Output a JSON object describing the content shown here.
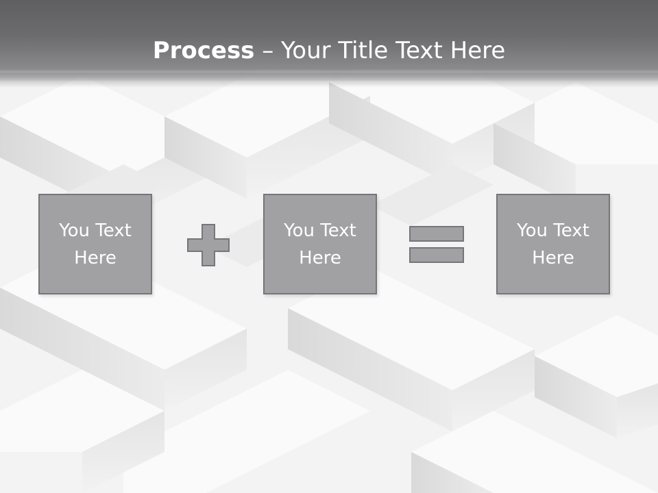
{
  "slide": {
    "title_bold": "Process",
    "title_rest": " – Your Title Text Here",
    "boxes": [
      {
        "text": "You Text Here"
      },
      {
        "text": "You Text Here"
      },
      {
        "text": "You Text Here"
      }
    ],
    "operators": [
      "plus-icon",
      "equals-icon"
    ]
  },
  "colors": {
    "header": "#6c6c6f",
    "box_fill": "#a1a1a4",
    "box_border": "#75757a",
    "text": "#ffffff",
    "background": "#f4f4f4"
  }
}
